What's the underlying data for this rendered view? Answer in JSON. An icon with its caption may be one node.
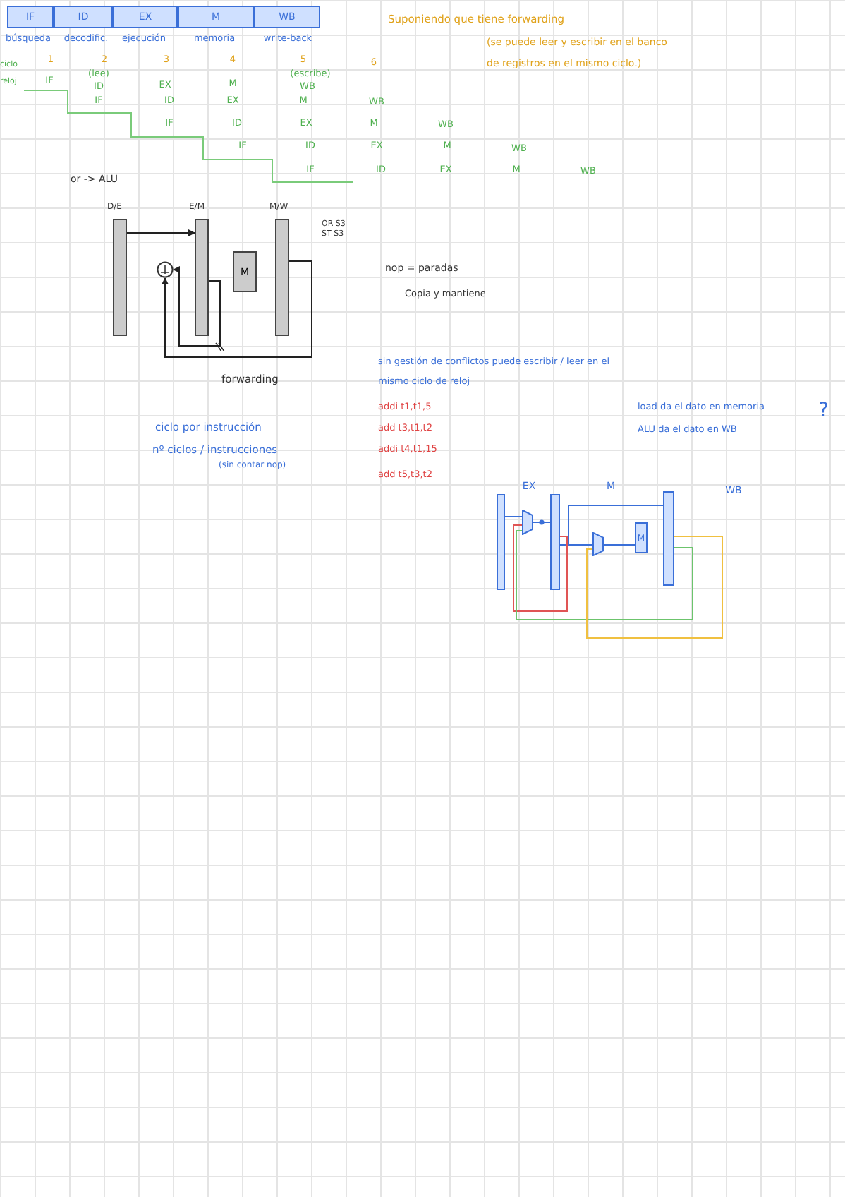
{
  "diagram": {
    "nodes": [
      {
        "text": [
          "IF"
        ]
      },
      {
        "text": [
          "ID"
        ]
      },
      {
        "text": [
          "EX"
        ]
      },
      {
        "text": [
          "M"
        ]
      },
      {
        "text": [
          "WB"
        ]
      },
      {
        "text": [
          "D/E"
        ]
      },
      {
        "text": [
          "E/M"
        ]
      },
      {
        "text": [
          "M"
        ]
      },
      {
        "text": [
          "M/W"
        ]
      },
      {
        "text": [],
        "shape": "circle"
      },
      {
        "text": [],
        "shape": "bar"
      },
      {
        "text": [],
        "shape": "trapezoid"
      },
      {
        "text": [],
        "shape": "bar"
      },
      {
        "text": [],
        "shape": "trapezoid"
      },
      {
        "text": [
          "M"
        ]
      },
      {
        "text": [],
        "shape": "bar"
      }
    ],
    "edges": [
      {
        "from": 5,
        "to": 6,
        "arrow": "to",
        "color": "#222222"
      },
      {
        "from": 6,
        "to": 9,
        "arrow": "to",
        "color": "#222222"
      },
      {
        "from": 8,
        "to": 9,
        "arrow": "to",
        "color": "#222222"
      },
      {
        "from": 10,
        "to": 11,
        "arrow": "none"
      },
      {
        "from": 11,
        "to": 12,
        "arrow": "none"
      },
      {
        "from": 12,
        "to": 15,
        "arrow": "none"
      },
      {
        "from": 12,
        "to": 13,
        "arrow": "none"
      },
      {
        "from": 13,
        "to": 14,
        "arrow": "none"
      },
      {
        "from": 12,
        "to": 11,
        "arrow": "none",
        "color": "#e05555"
      },
      {
        "from": 15,
        "to": 11,
        "arrow": "none",
        "color": "#6cc46c"
      },
      {
        "from": 15,
        "to": 13,
        "arrow": "none",
        "color": "#f0c040"
      }
    ],
    "labels": [
      "búsqueda",
      "decodific.",
      "ejecución",
      "memoria",
      "write-back",
      "Suponiendo que tiene forwarding",
      "(se puede leer y escribir en el banco de registros en el mismo ciclo.)",
      "ciclo reloj",
      "1",
      "2",
      "3",
      "4",
      "5",
      "6",
      "IF",
      "(lee)",
      "ID",
      "EX",
      "M",
      "(escribe)",
      "WB",
      "IF",
      "ID",
      "EX",
      "M",
      "WB",
      "IF",
      "ID",
      "EX",
      "M",
      "WB",
      "IF",
      "ID",
      "EX",
      "M",
      "WB",
      "IF",
      "ID",
      "EX",
      "M",
      "WB",
      "or -> ALU",
      "OR S3",
      "ST S3",
      "nop = paradas",
      "Copia y mantiene",
      "forwarding",
      "sin gestión de conflictos puede escribir / leer en el mismo ciclo de reloj",
      "addi t1,t1,5",
      "add t3,t1,t2",
      "addi t4,t1,15",
      "add t5,t3,t2",
      "ciclo por instrucción",
      "nº ciclos / instrucciones",
      "(sin contar nop)",
      "load da el dato en memoria",
      "ALU da el dato en WB",
      "?",
      "EX",
      "M",
      "WB"
    ]
  }
}
